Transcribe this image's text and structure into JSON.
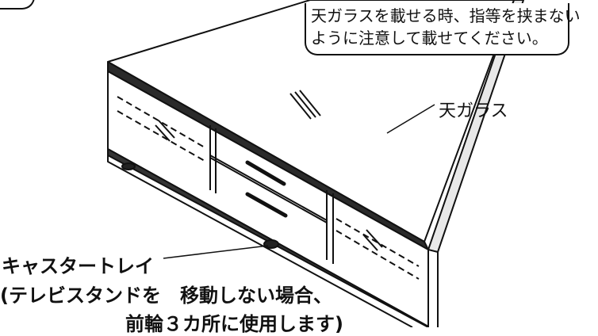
{
  "callout": {
    "line1": "天ガラスを載せる時、指等を挟まない",
    "line2": "ように注意して載せてください。"
  },
  "labels": {
    "top_glass": "天ガラス",
    "caster_tray": "キャスタートレイ",
    "caster_note_line1": "(テレビスタンドを　移動しない場合、",
    "caster_note_line2": "前輪３カ所に使用します)"
  }
}
